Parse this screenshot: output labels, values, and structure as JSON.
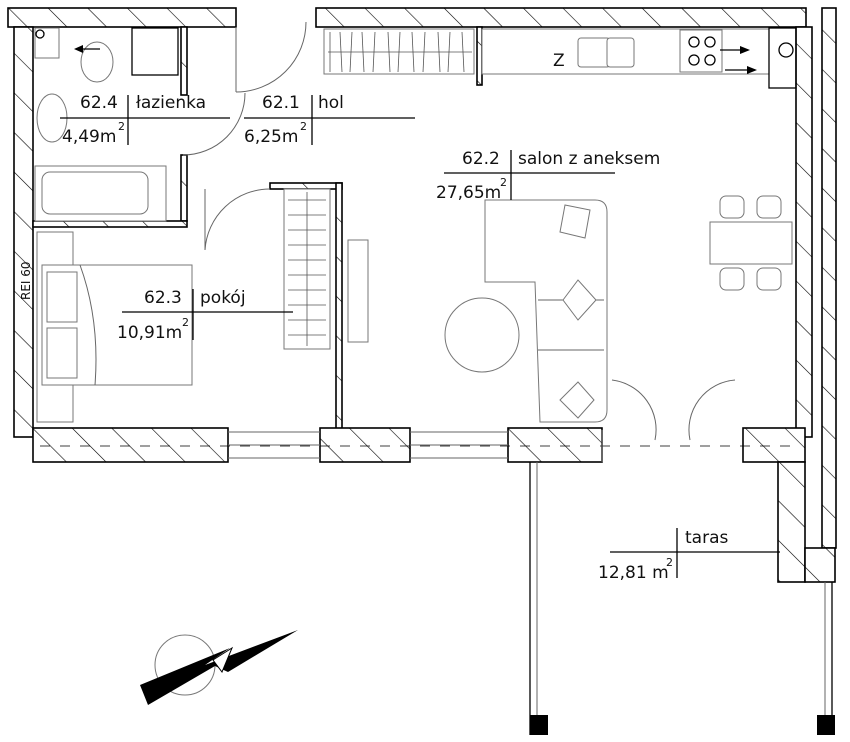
{
  "rooms": [
    {
      "number": "62.4",
      "name": "łazienka",
      "area": "4,49m",
      "exp": "2"
    },
    {
      "number": "62.1",
      "name": "hol",
      "area": "6,25m",
      "exp": "2"
    },
    {
      "number": "62.2",
      "name": "salon z aneksem",
      "area": "27,65m",
      "exp": "2"
    },
    {
      "number": "62.3",
      "name": "pokój",
      "area": "10,91m",
      "exp": "2"
    },
    {
      "number": "",
      "name": "taras",
      "area": "12,81 m",
      "exp": "2"
    }
  ],
  "wall_label": "REI 60",
  "fridge_label": "Z"
}
